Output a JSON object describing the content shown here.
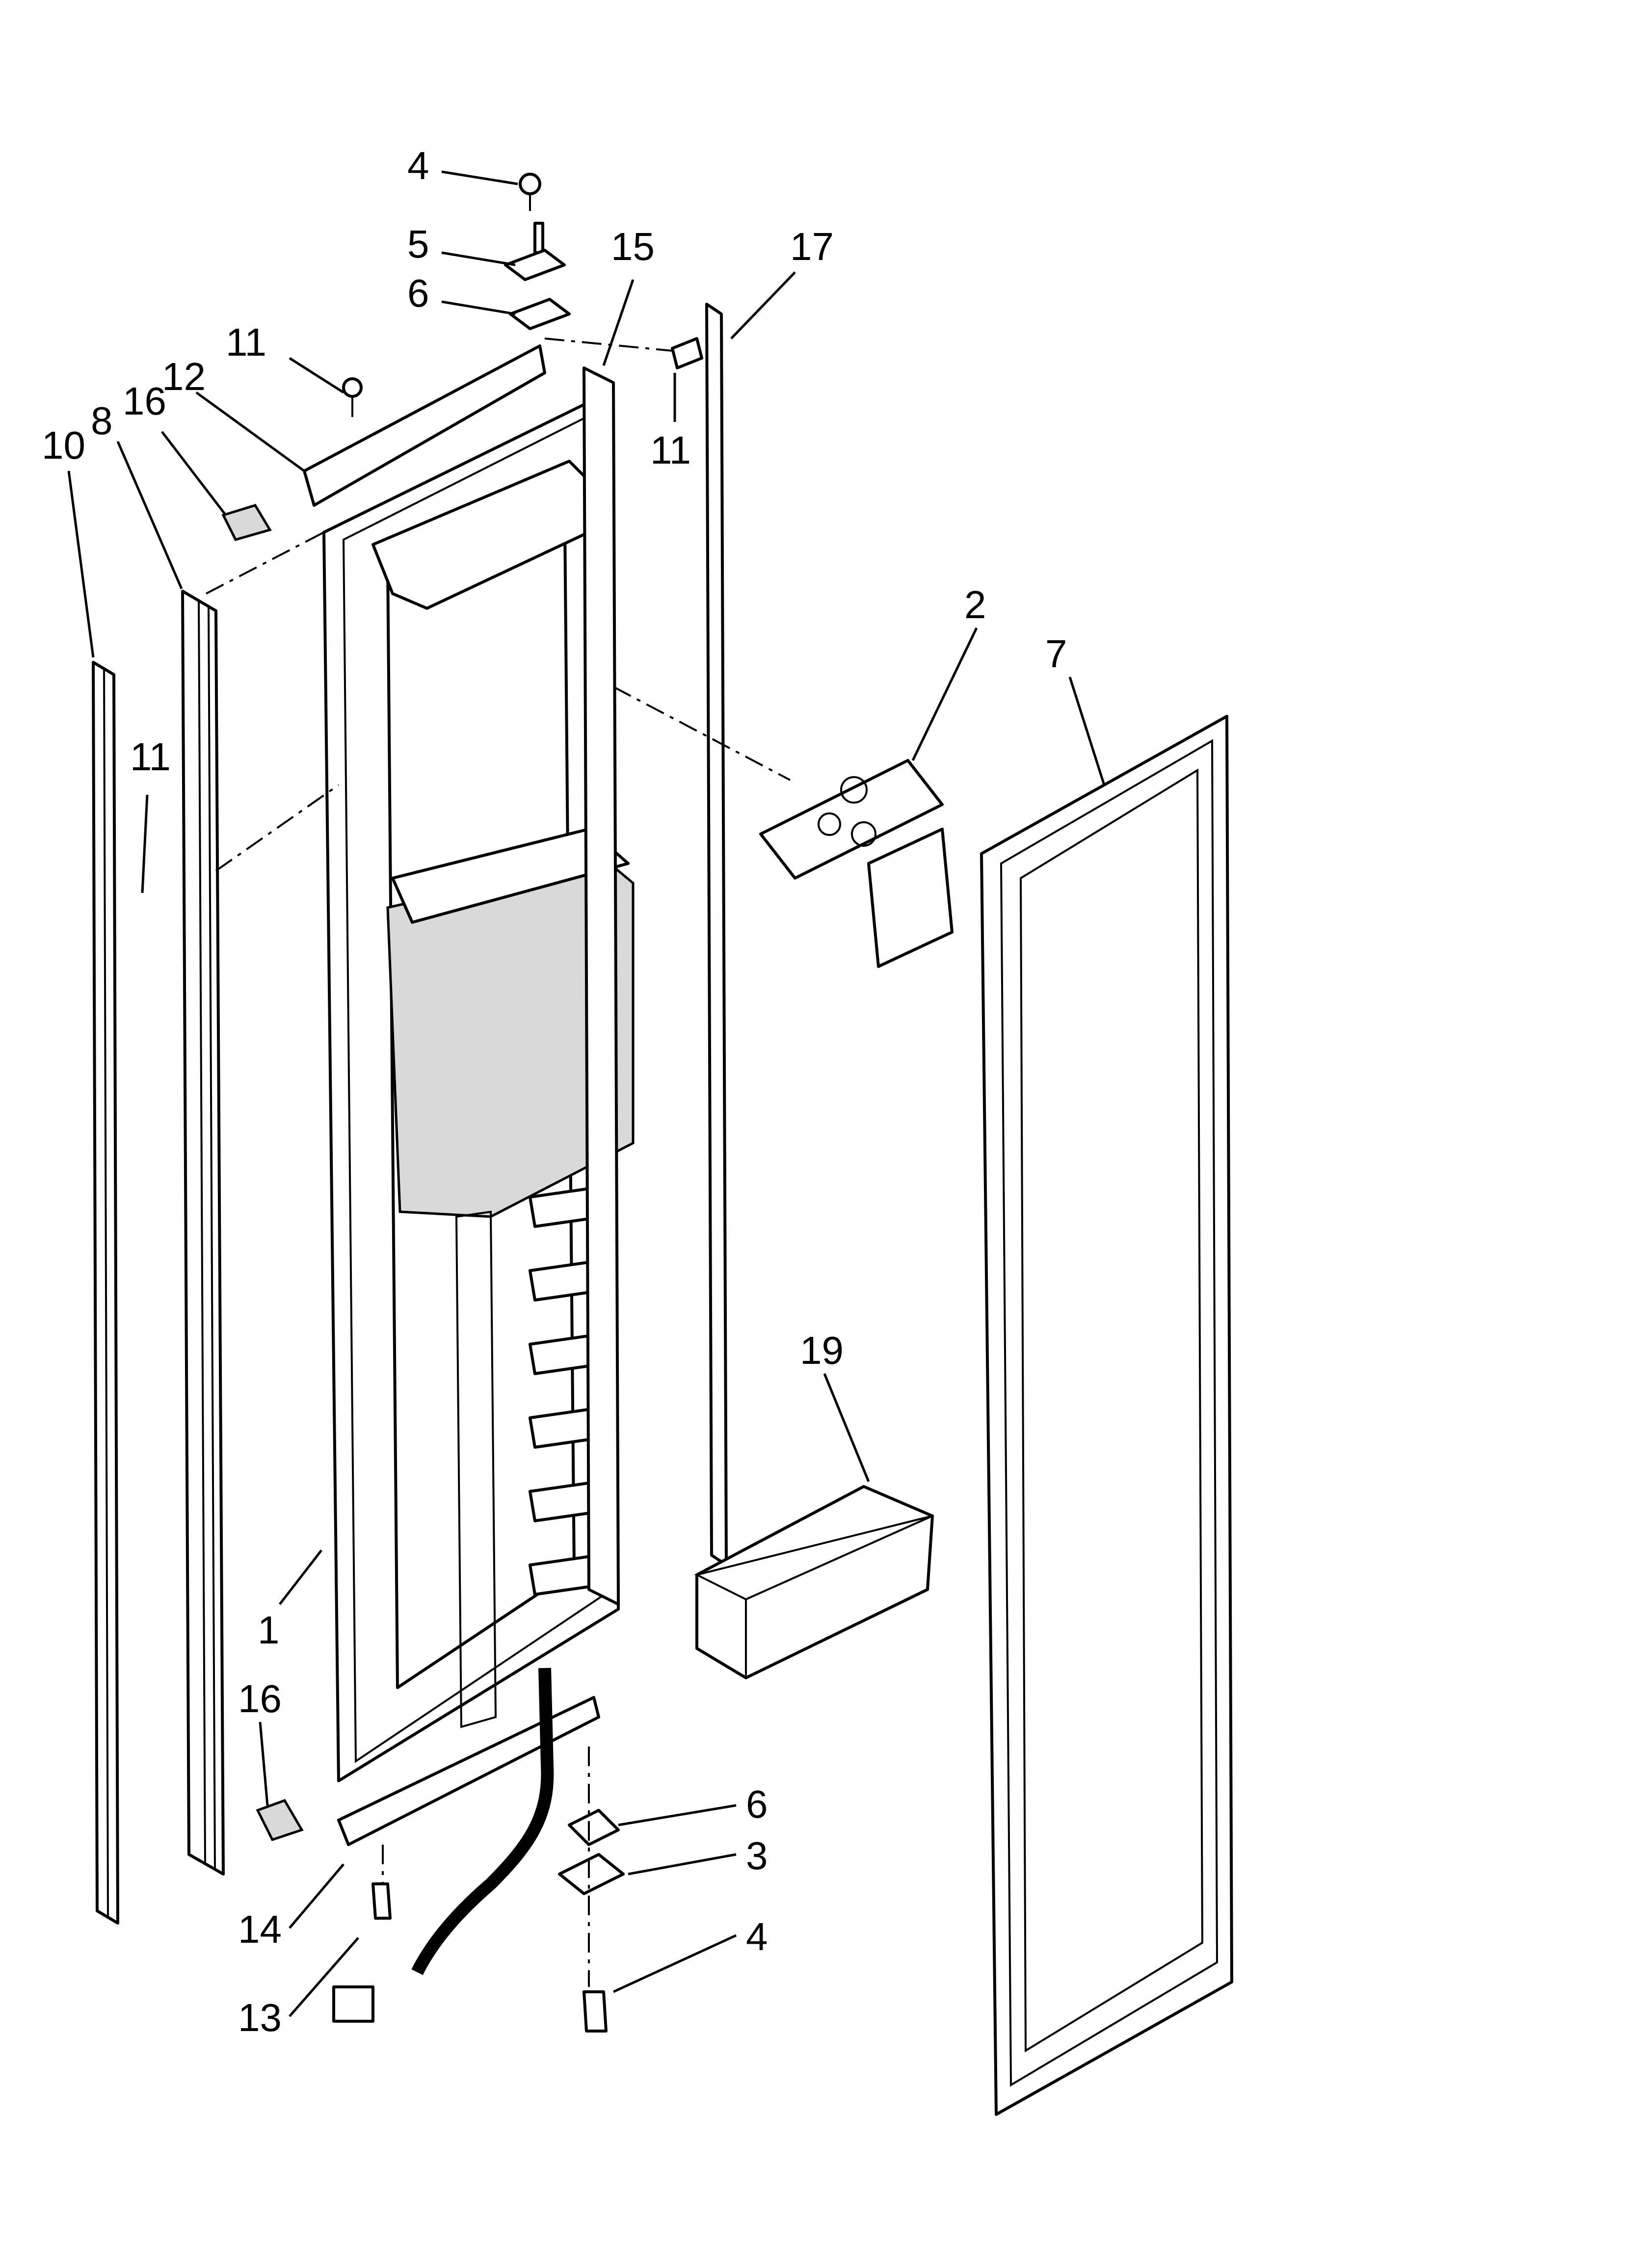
{
  "diagram": {
    "type": "exploded-parts-view",
    "callouts": [
      {
        "id": "c-4-top",
        "label": "4"
      },
      {
        "id": "c-5",
        "label": "5"
      },
      {
        "id": "c-6-top",
        "label": "6"
      },
      {
        "id": "c-15",
        "label": "15"
      },
      {
        "id": "c-17",
        "label": "17"
      },
      {
        "id": "c-11-top",
        "label": "11"
      },
      {
        "id": "c-12",
        "label": "12"
      },
      {
        "id": "c-16-top",
        "label": "16"
      },
      {
        "id": "c-8",
        "label": "8"
      },
      {
        "id": "c-10",
        "label": "10"
      },
      {
        "id": "c-11-right",
        "label": "11"
      },
      {
        "id": "c-2",
        "label": "2"
      },
      {
        "id": "c-7",
        "label": "7"
      },
      {
        "id": "c-11-left",
        "label": "11"
      },
      {
        "id": "c-19",
        "label": "19"
      },
      {
        "id": "c-1",
        "label": "1"
      },
      {
        "id": "c-16-bottom",
        "label": "16"
      },
      {
        "id": "c-6-bottom",
        "label": "6"
      },
      {
        "id": "c-3",
        "label": "3"
      },
      {
        "id": "c-14",
        "label": "14"
      },
      {
        "id": "c-4-bottom",
        "label": "4"
      },
      {
        "id": "c-13",
        "label": "13"
      }
    ]
  }
}
